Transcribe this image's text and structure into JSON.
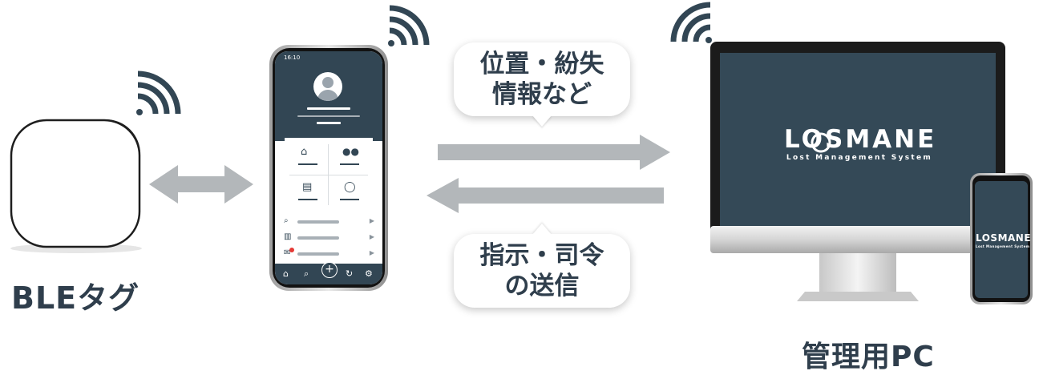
{
  "labels": {
    "ble_tag": "BLEタグ",
    "admin_pc": "管理用PC"
  },
  "bubbles": {
    "upload_line1": "位置・紛失",
    "upload_line2": "情報など",
    "command_line1": "指示・司令",
    "command_line2": "の送信"
  },
  "phone": {
    "time": "16:10"
  },
  "monitor": {
    "logo": "LOSMANE",
    "tagline": "Lost Management System"
  },
  "small_phone": {
    "logo": "LOSMANE",
    "tagline": "Lost Management System"
  },
  "colors": {
    "navy": "#324654",
    "arrow_gray": "#b3b7ba",
    "text": "#2f3e4c"
  }
}
